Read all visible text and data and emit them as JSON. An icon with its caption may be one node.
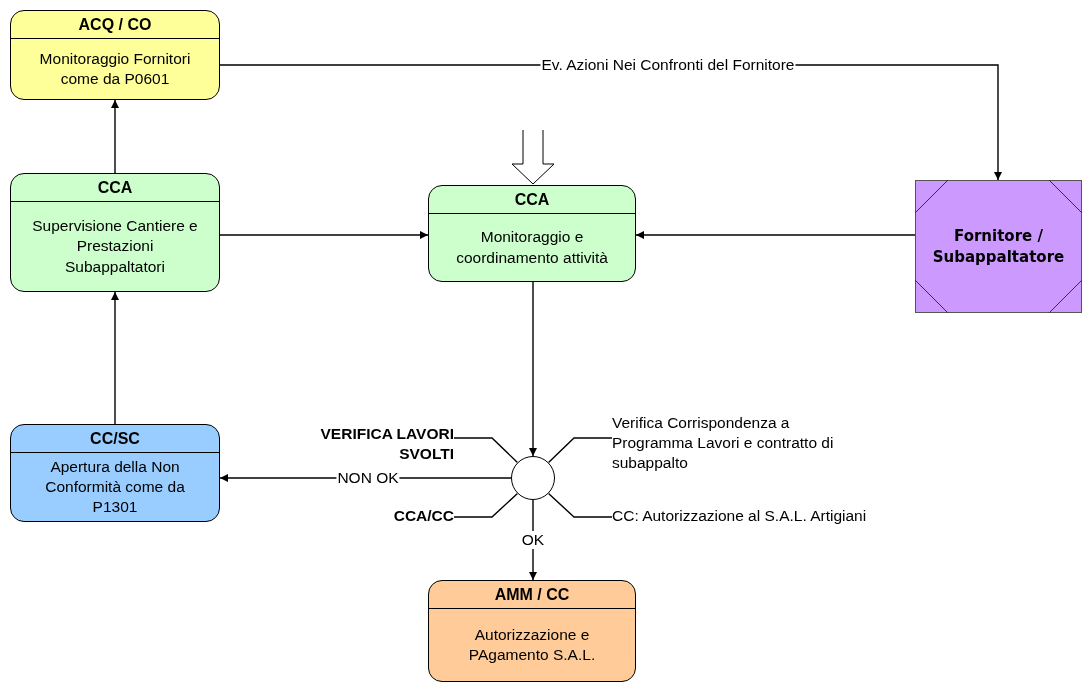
{
  "diagram": {
    "nodes": [
      {
        "text": [
          "ACQ / CO",
          "Monitoraggio Fornitori come da P0601"
        ]
      },
      {
        "text": [
          "CCA",
          "Supervisione Cantiere e Prestazioni Subappaltatori"
        ]
      },
      {
        "text": [
          "CCA",
          "Monitoraggio e coordinamento attività"
        ]
      },
      {
        "text": [
          "Fornitore / Subappaltatore"
        ]
      },
      {
        "text": [
          "CC/SC",
          "Apertura della Non Conformità come da P1301"
        ]
      },
      {
        "text": [],
        "shape": "circle"
      },
      {
        "text": [
          "VERIFICA LAVORI SVOLTI"
        ]
      },
      {
        "text": [
          "Verifica Corrispondenza  a Programma Lavori e contratto di subappalto"
        ]
      },
      {
        "text": [
          "CCA/CC"
        ]
      },
      {
        "text": [
          "CC: Autorizzazione al S.A.L. Artigiani"
        ]
      },
      {
        "text": [
          "AMM / CC",
          "Autorizzazione e PAgamento S.A.L."
        ]
      }
    ],
    "edges": [
      {
        "from": 1,
        "to": 0,
        "arrow": "to"
      },
      {
        "from": 1,
        "to": 2,
        "arrow": "to"
      },
      {
        "from": 0,
        "to": 3,
        "arrow": "to",
        "label": "Ev. Azioni Nei Confronti del Fornitore"
      },
      {
        "from": 3,
        "to": 2,
        "arrow": "to"
      },
      {
        "from": 4,
        "to": 1,
        "arrow": "to"
      },
      {
        "from": null,
        "to": 2,
        "arrow": "to",
        "style": "thick"
      },
      {
        "from": 2,
        "to": 5,
        "arrow": "to"
      },
      {
        "from": 5,
        "to": 4,
        "arrow": "to",
        "label": "NON OK"
      },
      {
        "from": 5,
        "to": 10,
        "arrow": "to",
        "label": "OK"
      },
      {
        "from": 6,
        "to": 5,
        "arrow": "none"
      },
      {
        "from": 7,
        "to": 5,
        "arrow": "none"
      },
      {
        "from": 8,
        "to": 5,
        "arrow": "none"
      },
      {
        "from": 9,
        "to": 5,
        "arrow": "none"
      }
    ]
  }
}
